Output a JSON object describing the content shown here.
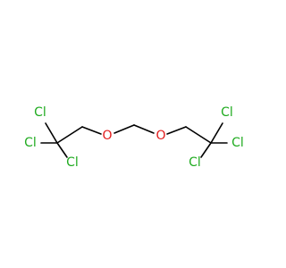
{
  "molecule": {
    "colors": {
      "background": "#ffffff",
      "bond": "#000000",
      "chlorine": "#1FAB1F",
      "oxygen": "#E21B1B"
    },
    "labels": {
      "cl_left_top": "Cl",
      "cl_left_mid": "Cl",
      "cl_left_bottom": "Cl",
      "o_left": "O",
      "o_right": "O",
      "cl_right_top": "Cl",
      "cl_right_mid": "Cl",
      "cl_right_bottom": "Cl"
    }
  }
}
